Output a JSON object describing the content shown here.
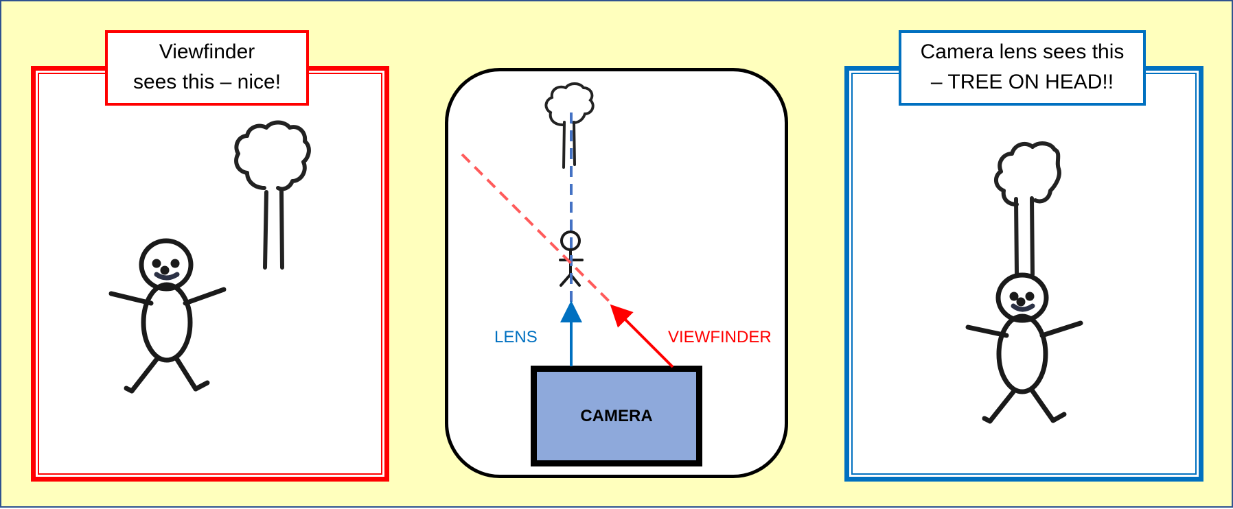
{
  "left_panel": {
    "callout_line1": "Viewfinder",
    "callout_line2": "sees this – nice!",
    "accent_color": "#FF0000"
  },
  "center_panel": {
    "lens_label": "LENS",
    "viewfinder_label": "VIEWFINDER",
    "camera_label": "CAMERA",
    "lens_color": "#0070C0",
    "viewfinder_color": "#FF0000",
    "camera_fill": "#8EA9DB"
  },
  "right_panel": {
    "callout_line1": "Camera lens sees this",
    "callout_line2": "– TREE ON HEAD!!",
    "accent_color": "#0070C0"
  },
  "background_color": "#FFFFBD"
}
